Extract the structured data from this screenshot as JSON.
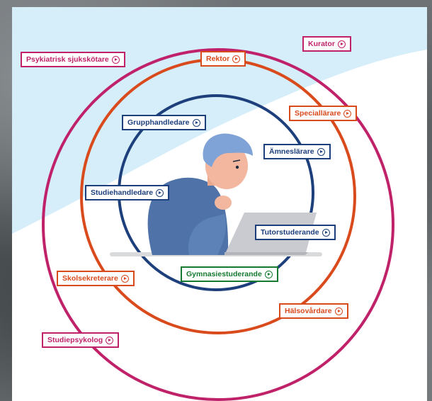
{
  "colors": {
    "outer_ring": "#c0226a",
    "middle_ring": "#d94a1c",
    "inner_ring": "#1d3f7c",
    "center": "#157a2f",
    "sky": "#d6eefa"
  },
  "roles": {
    "kurator": {
      "label": "Kurator",
      "ring": "outer"
    },
    "psykiatrisk_sjukskotare": {
      "label": "Psykiatrisk sjukskötare",
      "ring": "outer"
    },
    "studiepsykolog": {
      "label": "Studiepsykolog",
      "ring": "outer"
    },
    "rektor": {
      "label": "Rektor",
      "ring": "middle"
    },
    "speciallarare": {
      "label": "Speciallärare",
      "ring": "middle"
    },
    "skolsekreterare": {
      "label": "Skolsekreterare",
      "ring": "middle"
    },
    "halsovardare": {
      "label": "Hälsovårdare",
      "ring": "middle"
    },
    "grupphandledare": {
      "label": "Grupphandledare",
      "ring": "inner"
    },
    "amneslarare": {
      "label": "Ämneslärare",
      "ring": "inner"
    },
    "studiehandledare": {
      "label": "Studiehandledare",
      "ring": "inner"
    },
    "tutorstuderande": {
      "label": "Tutorstuderande",
      "ring": "inner"
    },
    "gymnasiestuderande": {
      "label": "Gymnasiestuderande",
      "ring": "center"
    }
  },
  "icons": {
    "role_button": "play-circle-icon",
    "illustration": "student-at-laptop"
  }
}
